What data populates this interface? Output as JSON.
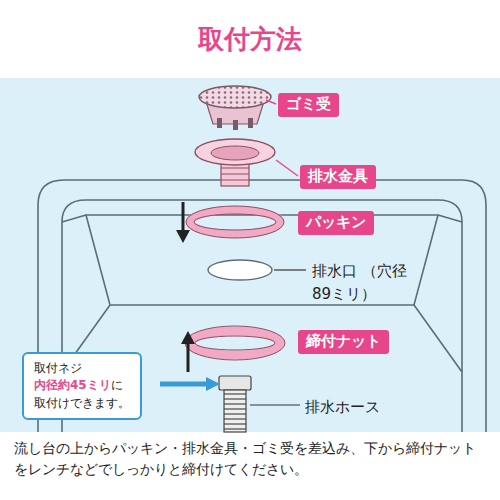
{
  "diagram": {
    "title": "取付方法",
    "caption": "流し台の上からパッキン・排水金具・ゴミ受を差込み、下から締付ナットをレンチなどでしっかりと締付けてください。",
    "nodes": [
      {
        "text": [
          "ゴミ受"
        ]
      },
      {
        "text": [
          "排水金具"
        ]
      },
      {
        "text": [
          "パッキン"
        ]
      },
      {
        "text": [
          "締付ナット"
        ]
      },
      {
        "text": [
          "取付ネジ",
          "内径約45ミリ",
          "に",
          "取付けできます。"
        ]
      }
    ],
    "labels": [
      "排水口 （穴径89ミリ）",
      "排水ホース"
    ]
  }
}
